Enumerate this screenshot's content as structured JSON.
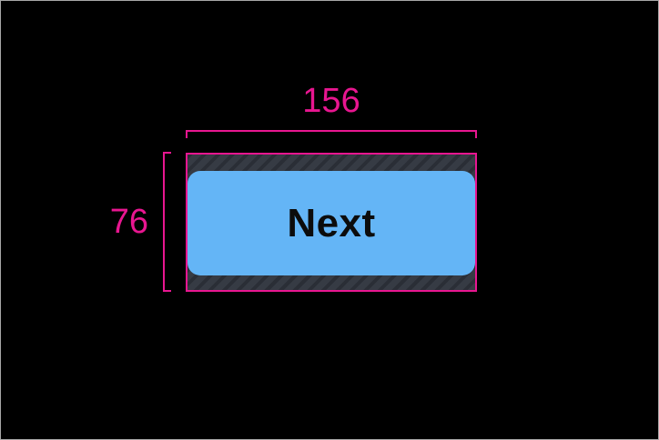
{
  "colors": {
    "background": "#000000",
    "frame": "#a8a8a8",
    "selection": "#e81690",
    "button": "#64b5f6",
    "button-text": "#0c0c0c",
    "hatch-base": "#363b44",
    "hatch-stripe": "#2a2e36"
  },
  "inspector": {
    "measurements": {
      "width": {
        "value": "156"
      },
      "height": {
        "value": "76"
      }
    }
  },
  "button": {
    "label": "Next"
  }
}
